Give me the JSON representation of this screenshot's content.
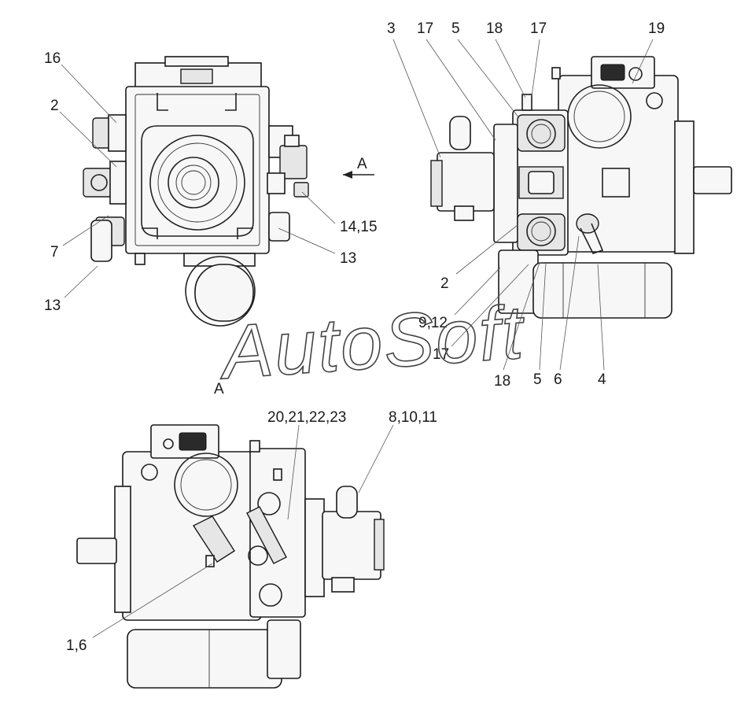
{
  "watermark": "AutoSoft",
  "view_label_arrow": "A",
  "view_title": "A",
  "callouts": {
    "view1": [
      "16",
      "2",
      "7",
      "13",
      "14,15",
      "13"
    ],
    "view2_top": [
      "3",
      "17",
      "5",
      "18",
      "17",
      "19"
    ],
    "view2_bottom": [
      "2",
      "9,12",
      "17",
      "18",
      "5",
      "6",
      "4"
    ],
    "view3": [
      "20,21,22,23",
      "8,10,11",
      "1,6"
    ]
  }
}
